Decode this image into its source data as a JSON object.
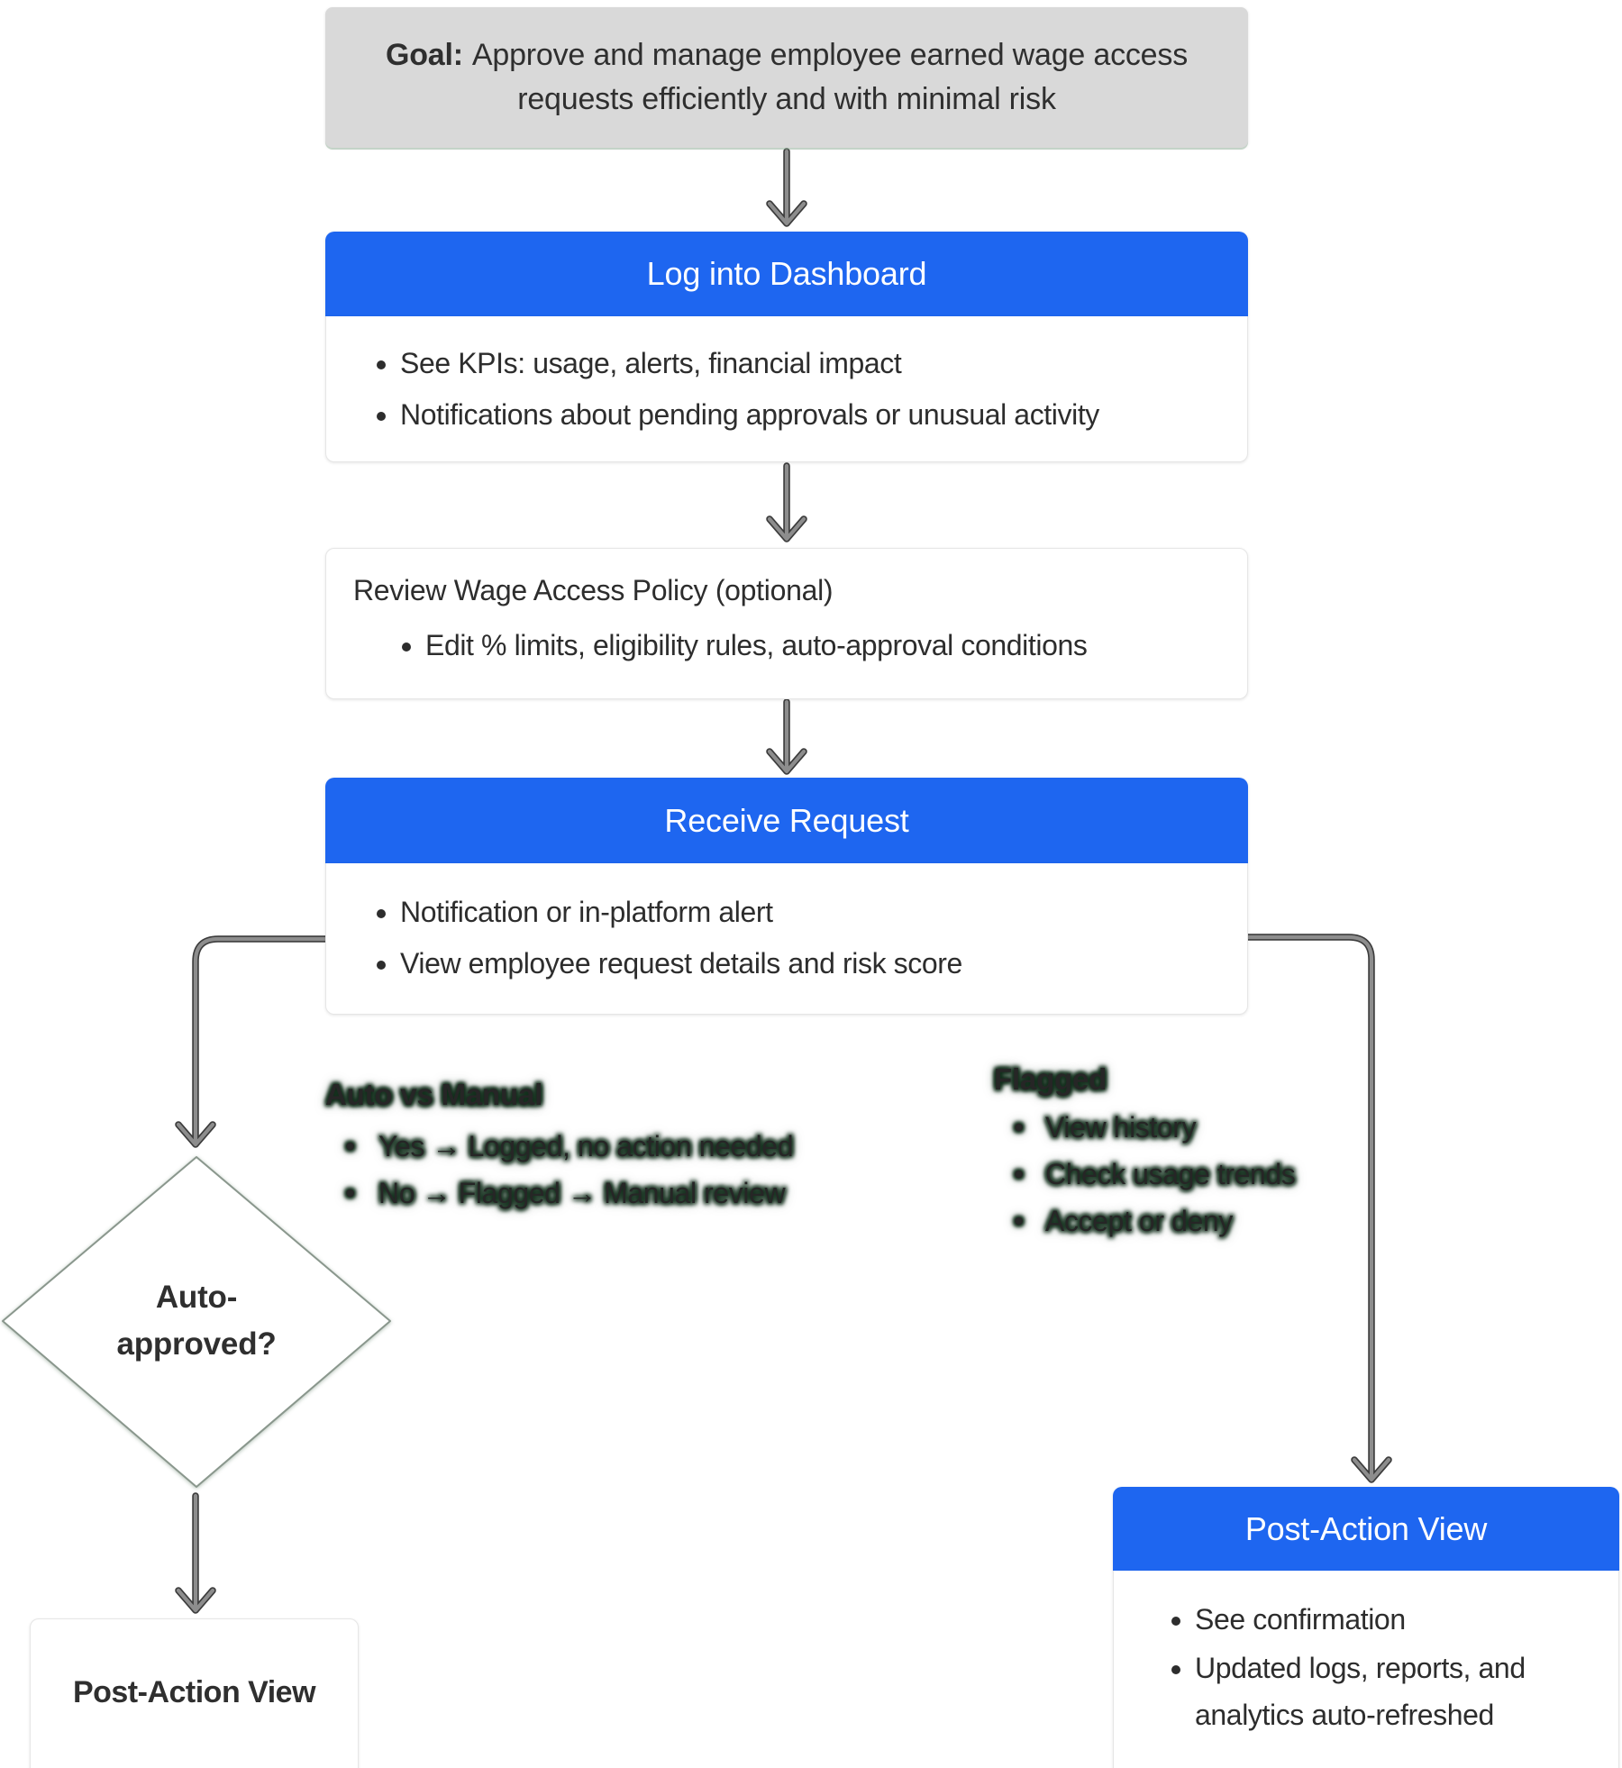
{
  "colors": {
    "accent_blue": "#1e66f0",
    "goal_gray": "#d9d9d9",
    "arrow_gray": "#8d8d8d",
    "glow_green": "#122e1b",
    "text_dark": "#2d2d2d"
  },
  "goal": {
    "label": "Goal:",
    "text": "Approve and manage employee earned wage access requests efficiently and with minimal risk"
  },
  "login_dashboard": {
    "title": "Log into Dashboard",
    "bullets": [
      "See KPIs: usage, alerts, financial impact",
      "Notifications about pending approvals or unusual activity"
    ]
  },
  "review_policy": {
    "title": "Review Wage Access Policy (optional)",
    "bullets": [
      "Edit % limits, eligibility rules, auto-approval conditions"
    ]
  },
  "receive_request": {
    "title": "Receive Request",
    "bullets": [
      "Notification or in-platform alert",
      "View employee request details and risk score"
    ]
  },
  "auto_vs_manual": {
    "title": "Auto vs Manual",
    "bullets": [
      "Yes → Logged, no action needed",
      "No → Flagged → Manual review"
    ]
  },
  "flagged": {
    "title": "Flagged",
    "bullets": [
      "View history",
      "Check usage trends",
      "Accept or deny"
    ]
  },
  "decision": {
    "line1": "Auto-",
    "line2": "approved?"
  },
  "post_action_left": {
    "title": "Post-Action View"
  },
  "post_action_right": {
    "title": "Post-Action View",
    "bullets": [
      "See confirmation",
      "Updated logs, reports, and analytics auto-refreshed"
    ]
  }
}
